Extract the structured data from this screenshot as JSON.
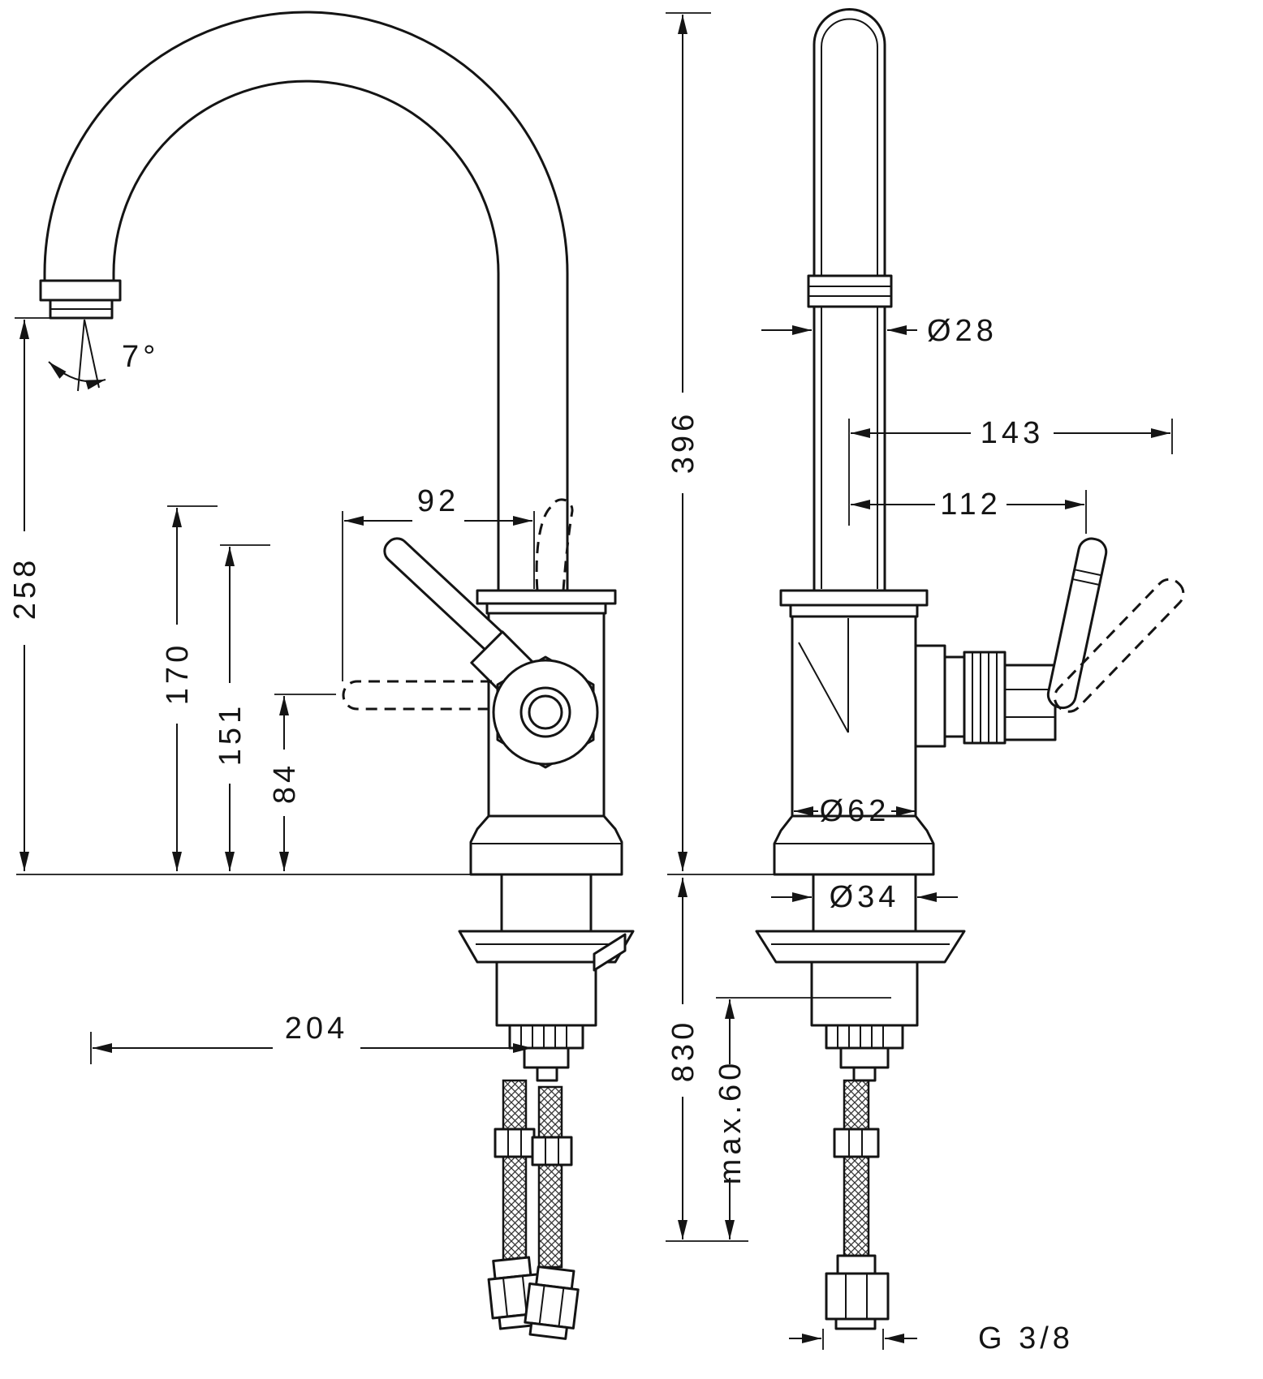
{
  "dims": {
    "angle": "7°",
    "h258": "258",
    "h170": "170",
    "h151": "151",
    "h84": "84",
    "w92": "92",
    "w204": "204",
    "dia28": "Ø28",
    "h396": "396",
    "w143": "143",
    "w112": "112",
    "dia62": "Ø62",
    "dia34": "Ø34",
    "h830": "830",
    "max60": "max.60",
    "thread": "G 3/8"
  }
}
